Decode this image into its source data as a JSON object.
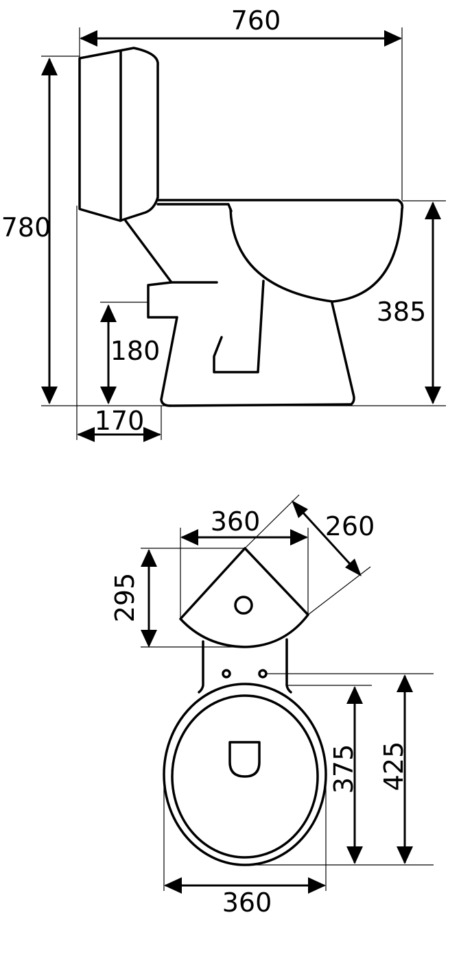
{
  "side_view": {
    "overall_length": "760",
    "overall_height": "780",
    "bowl_height": "385",
    "outlet_height": "180",
    "outlet_offset": "170"
  },
  "top_view": {
    "tank_width": "360",
    "tank_diagonal": "260",
    "tank_depth": "295",
    "seat_length": "375",
    "bowl_length": "425",
    "bowl_width": "360"
  }
}
